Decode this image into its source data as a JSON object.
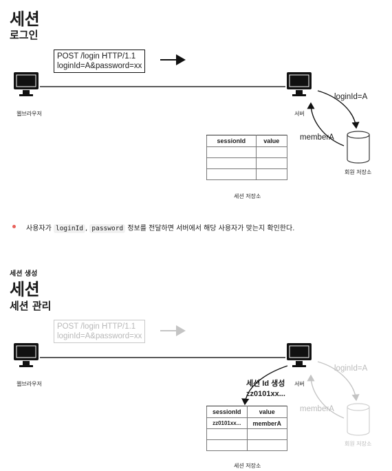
{
  "section1": {
    "title": "세션",
    "subtitle": "로그인",
    "request_line1": "POST /login HTTP/1.1",
    "request_line2": "loginId=A&password=xx",
    "browser_label": "웹브라우저",
    "server_label": "서버",
    "edge_login": "loginId=A",
    "edge_member": "memberA",
    "db_label": "회원 저장소",
    "table_headers": [
      "sessionId",
      "value"
    ],
    "table_label": "세션 저장소"
  },
  "bullet": {
    "text_before": "사용자가 ",
    "code1": "loginId",
    "sep": ", ",
    "code2": "password",
    "text_after": " 정보를 전달하면 서버에서 해당 사용자가 맞는지 확인한다.",
    "dot_color": "#e8615a"
  },
  "section2": {
    "small_heading": "세션 생성",
    "title": "세션",
    "subtitle": "세션 관리",
    "request_line1": "POST /login HTTP/1.1",
    "request_line2": "loginId=A&password=xx",
    "browser_label": "웹브라우저",
    "server_label": "서버",
    "edge_login": "loginId=A",
    "edge_member": "memberA",
    "db_label": "회원 저장소",
    "note_line1": "세션 Id 생성",
    "note_line2": "zz0101xx...",
    "table_headers": [
      "sessionId",
      "value"
    ],
    "table_row1": [
      "zz0101xx...",
      "memberA"
    ],
    "table_label": "세션 저장소"
  }
}
